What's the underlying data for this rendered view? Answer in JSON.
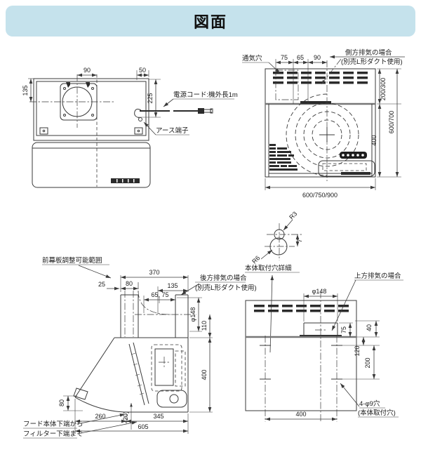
{
  "header": {
    "title": "図面"
  },
  "colors": {
    "header_bg": "#c5e2ec",
    "line": "#3a3a3a",
    "thick_line": "#777777"
  },
  "d1": {
    "power_cord": "電源コード:機外長1m",
    "earth": "アース端子",
    "dim_90": "90",
    "dim_50": "50",
    "dim_135": "135",
    "dim_225": "225"
  },
  "d2": {
    "vent_hole": "通気穴",
    "side_case": "側方排気の場合",
    "side_case2": "(別売L形ダクト使用)",
    "dim_75": "75",
    "dim_65": "65",
    "dim_90": "90",
    "dim_200_300": "200/300",
    "dim_400": "400",
    "dim_600_700": "600/700",
    "dim_width": "600/750/900"
  },
  "d3": {
    "front_panel_range": "前幕板調整可能範囲",
    "rear_case": "後方排気の場合",
    "rear_case2": "(別売L形ダクト使用)",
    "from_hood": "フード本体下端から",
    "to_filter": "フィルター下端まで",
    "dim_370": "370",
    "dim_25": "25",
    "dim_80": "80",
    "dim_135": "135",
    "dim_65_75": "65, 75",
    "dim_phi148": "φ148",
    "dim_110": "110",
    "dim_400": "400",
    "dim_80_left": "80",
    "dim_260": "260",
    "dim_20": "(20)",
    "dim_345": "345",
    "dim_605": "605"
  },
  "d4": {
    "hole_detail": "本体取付穴詳細",
    "top_case": "上方排気の場合",
    "r3": "R3",
    "r6": "R6",
    "dim_7": "7",
    "dim_phi148": "φ148",
    "dim_75": "75",
    "dim_40": "40",
    "dim_120": "120",
    "dim_200": "200",
    "dim_400": "400",
    "holes": "4-φ9穴",
    "holes2": "(本体取付穴)"
  }
}
